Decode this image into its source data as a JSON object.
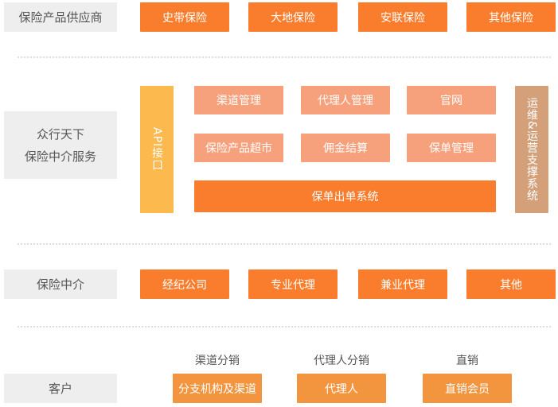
{
  "rows": {
    "suppliers": {
      "label": "保险产品供应商",
      "items": [
        "史带保险",
        "大地保险",
        "安联保险",
        "其他保险"
      ]
    },
    "service": {
      "label_line1": "众行天下",
      "label_line2": "保险中介服务",
      "api": "API接口",
      "ops": "运维&运营支撑系统",
      "grid": [
        "渠道管理",
        "代理人管理",
        "官网",
        "保险产品超市",
        "佣金结算",
        "保单管理"
      ],
      "bottom": "保单出单系统"
    },
    "intermediary": {
      "label": "保险中介",
      "items": [
        "经纪公司",
        "专业代理",
        "兼业代理",
        "其他"
      ]
    },
    "customers": {
      "label": "客户",
      "channels": [
        {
          "caption": "渠道分销",
          "box": "分支机构及渠道"
        },
        {
          "caption": "代理人分销",
          "box": "代理人"
        },
        {
          "caption": "直销",
          "box": "直销会员"
        }
      ]
    }
  }
}
